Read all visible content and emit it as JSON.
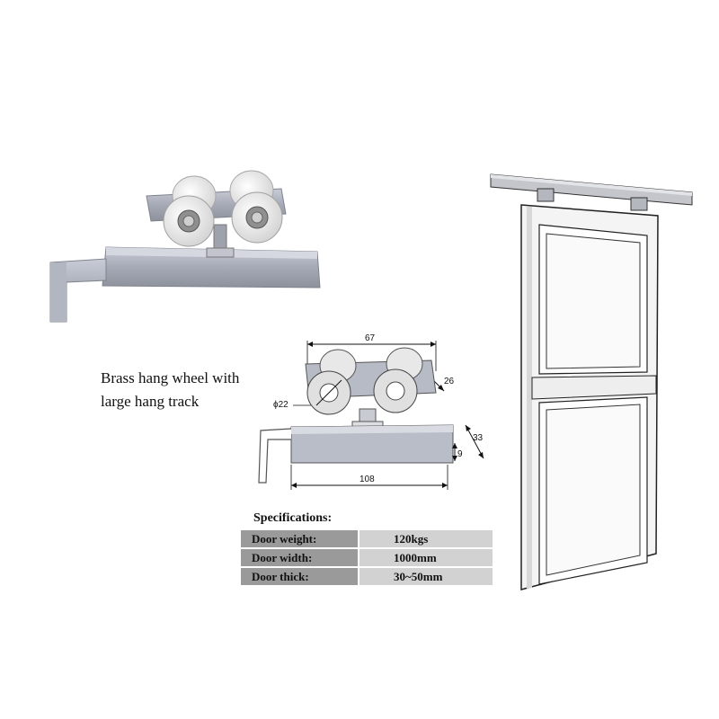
{
  "caption": {
    "line1": "Brass hang wheel with",
    "line2": "large hang track"
  },
  "dimensions": {
    "width_top": "67",
    "height_right": "26",
    "wheel_diameter": "ϕ22",
    "total_height": "33",
    "base_height": "9",
    "base_length": "108"
  },
  "specs": {
    "title": "Specifications:",
    "rows": [
      {
        "label": "Door weight:",
        "value": "120kgs"
      },
      {
        "label": "Door width:",
        "value": "1000mm"
      },
      {
        "label": "Door thick:",
        "value": "30~50mm"
      }
    ]
  },
  "colors": {
    "metal": "#a9adb8",
    "wheel": "#eeeeee",
    "table_label_bg": "#9a9a9a",
    "table_value_bg": "#d2d2d2"
  }
}
